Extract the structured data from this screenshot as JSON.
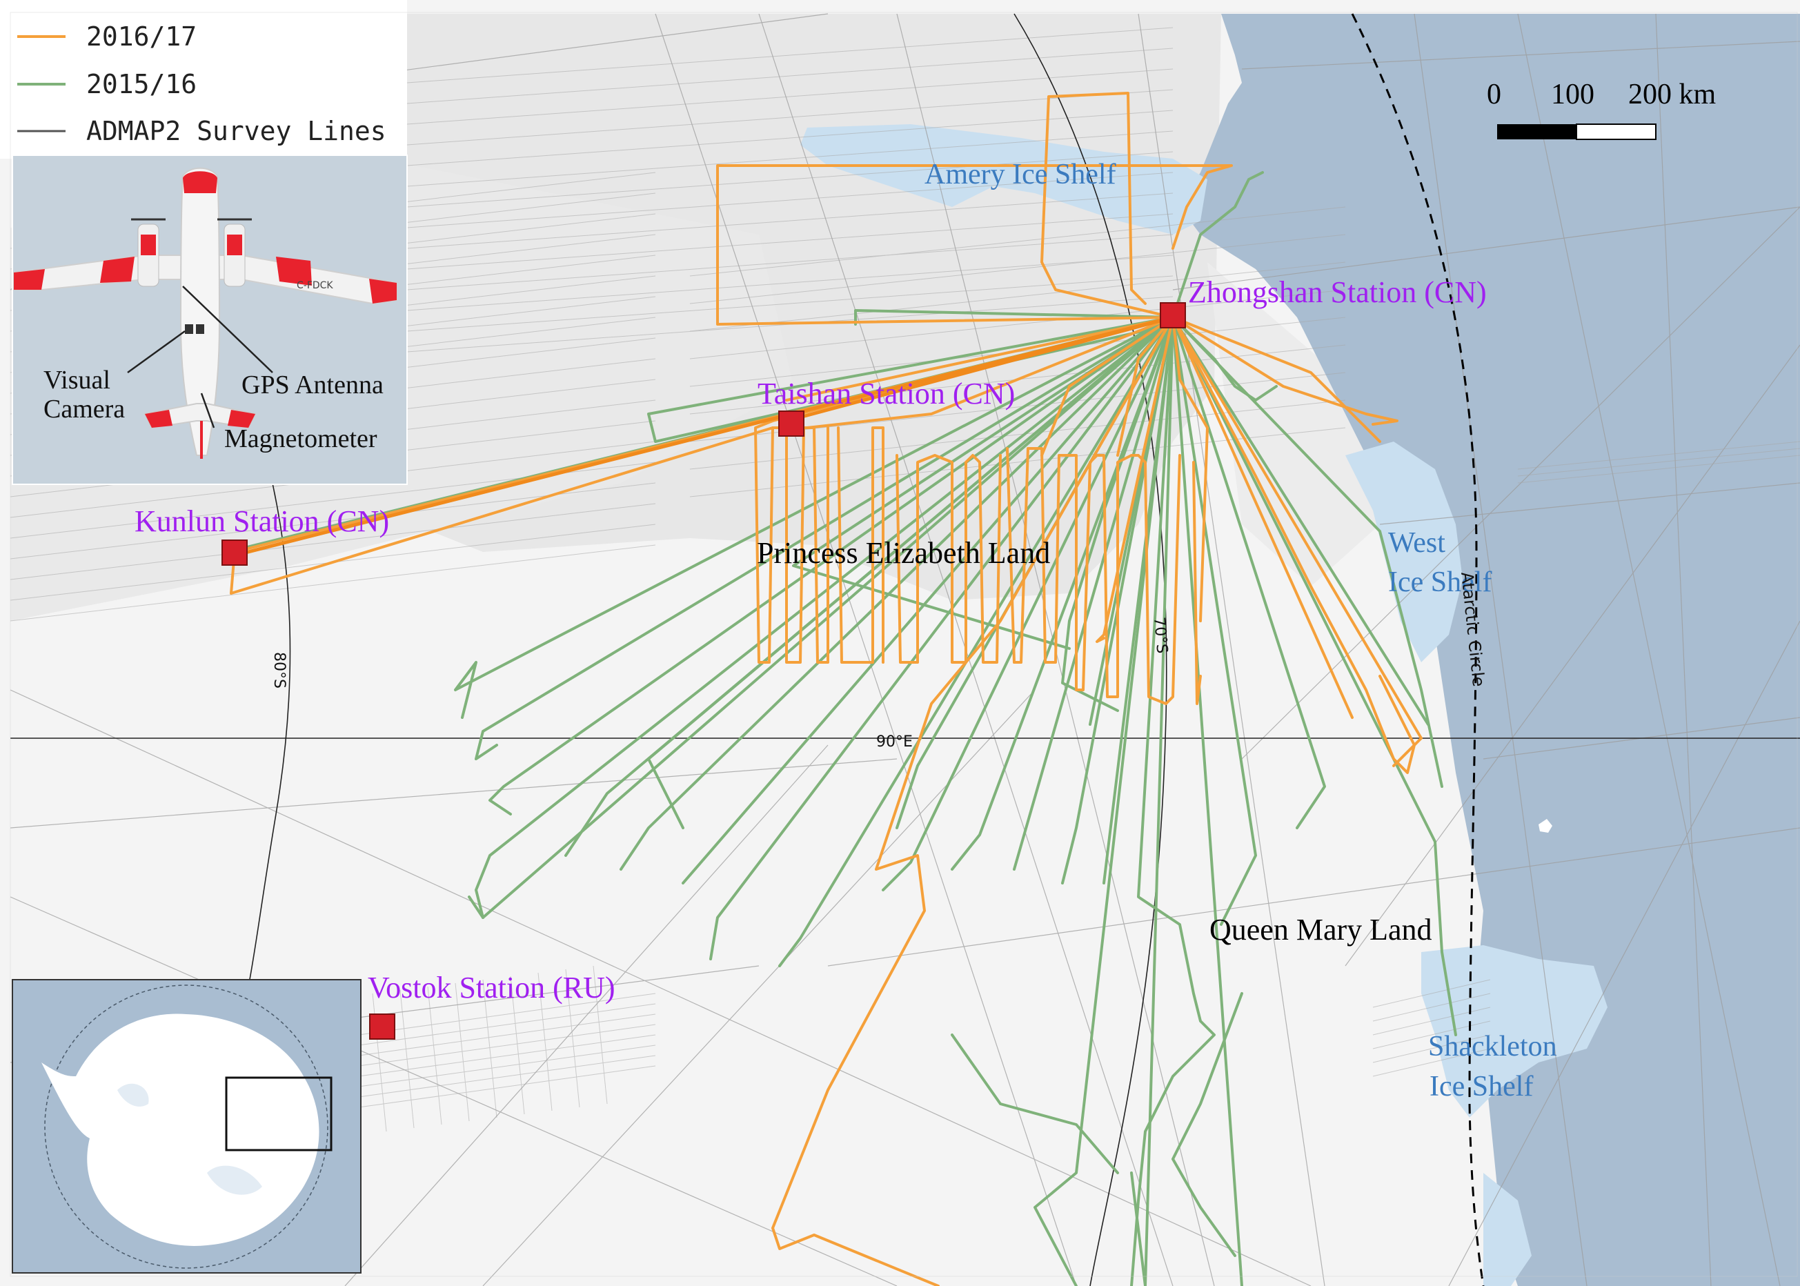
{
  "legend": [
    {
      "label": "2016/17",
      "color": "#f5a03a"
    },
    {
      "label": "2015/16",
      "color": "#7fb27a"
    },
    {
      "label": "ADMAP2 Survey Lines",
      "color": "#555555"
    }
  ],
  "scale_bar": {
    "ticks": [
      "0",
      "100",
      "200 km"
    ]
  },
  "stations": {
    "zhongshan": "Zhongshan Station (CN)",
    "taishan": "Taishan Station (CN)",
    "kunlun": "Kunlun Station (CN)",
    "vostok": "Vostok Station (RU)"
  },
  "regions": {
    "pel": "Princess Elizabeth Land",
    "qml": "Queen Mary Land"
  },
  "ice_shelves": {
    "amery": "Amery Ice Shelf",
    "west_1": "West",
    "west_2": "Ice Shelf",
    "shackleton_1": "Shackleton",
    "shackleton_2": "Ice Shelf"
  },
  "graticule": {
    "lat80": "80°S",
    "lat70": "70°S",
    "lon90": "90°E",
    "circle": "Atarctic Circle"
  },
  "aircraft_inset": {
    "visual_camera_1": "Visual",
    "visual_camera_2": "Camera",
    "gps_antenna": "GPS Antenna",
    "magnetometer": "Magnetometer",
    "tail_code": "C-FDCK"
  },
  "colors": {
    "ocean": "#a9bdd1",
    "ice_sheet": "#f4f4f4",
    "ice_shelf": "#c9dff0",
    "station_marker": "#d6202a",
    "station_label": "#a020f0",
    "ice_shelf_label": "#3b7bbf",
    "region_label": "#000000"
  }
}
